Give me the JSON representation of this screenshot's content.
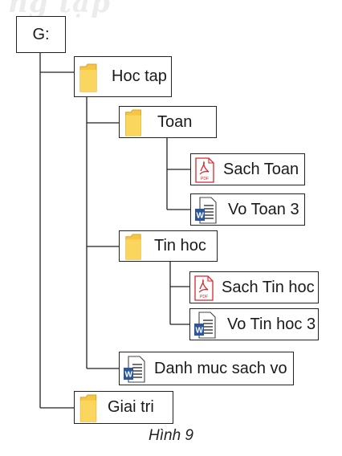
{
  "watermark": "ng tập",
  "tree": {
    "root": {
      "label": "G:"
    },
    "hoc_tap": {
      "label": "Hoc tap",
      "icon": "folder-icon"
    },
    "toan": {
      "label": "Toan",
      "icon": "folder-icon"
    },
    "sach_toan": {
      "label": "Sach Toan",
      "icon": "pdf-file-icon"
    },
    "vo_toan_3": {
      "label": "Vo Toan 3",
      "icon": "word-file-icon"
    },
    "tin_hoc": {
      "label": "Tin hoc",
      "icon": "folder-icon"
    },
    "sach_tin_hoc": {
      "label": "Sach Tin hoc",
      "icon": "pdf-file-icon"
    },
    "vo_tin_hoc_3": {
      "label": "Vo Tin hoc 3",
      "icon": "word-file-icon"
    },
    "danh_muc": {
      "label": "Danh muc sach vo",
      "icon": "word-file-icon"
    },
    "giai_tri": {
      "label": "Giai tri",
      "icon": "folder-icon"
    }
  },
  "caption": "Hình 9",
  "colors": {
    "folder": "#f6c544",
    "pdf": "#d9262c",
    "word": "#2b579a"
  }
}
